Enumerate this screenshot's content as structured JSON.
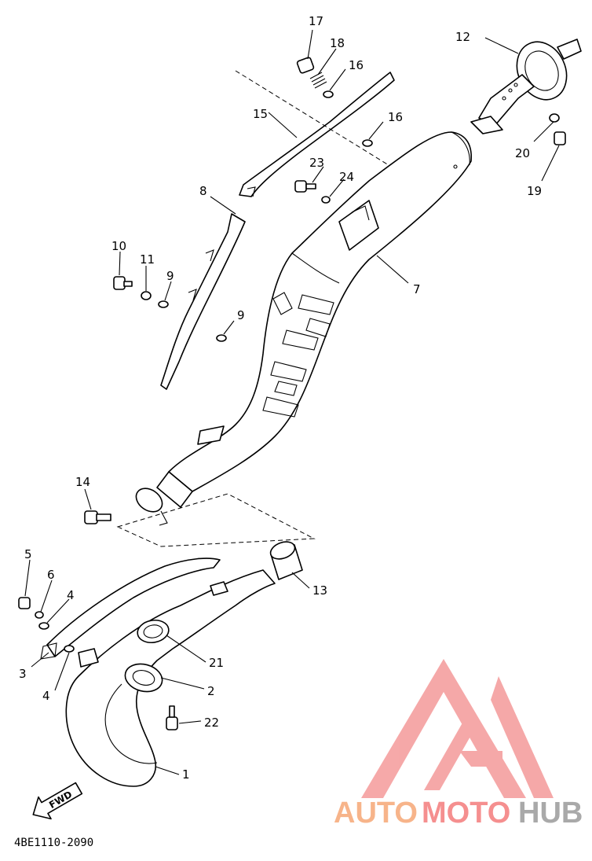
{
  "diagram": {
    "part_numbers": [
      "1",
      "2",
      "3",
      "4",
      "4",
      "5",
      "6",
      "7",
      "8",
      "9",
      "9",
      "10",
      "11",
      "12",
      "13",
      "14",
      "15",
      "16",
      "16",
      "17",
      "18",
      "19",
      "20",
      "21",
      "22",
      "23",
      "24"
    ],
    "direction_arrow": "FWD",
    "drawing_code": "4BE1110-2090"
  },
  "watermark": {
    "word_1": "AUTO",
    "word_2": "MOTO",
    "word_3": "HUB",
    "colors": {
      "auto": "#f7b48a",
      "moto": "#f58f8f",
      "hub": "#a9a9a9",
      "logo": "#f49a9a"
    }
  }
}
